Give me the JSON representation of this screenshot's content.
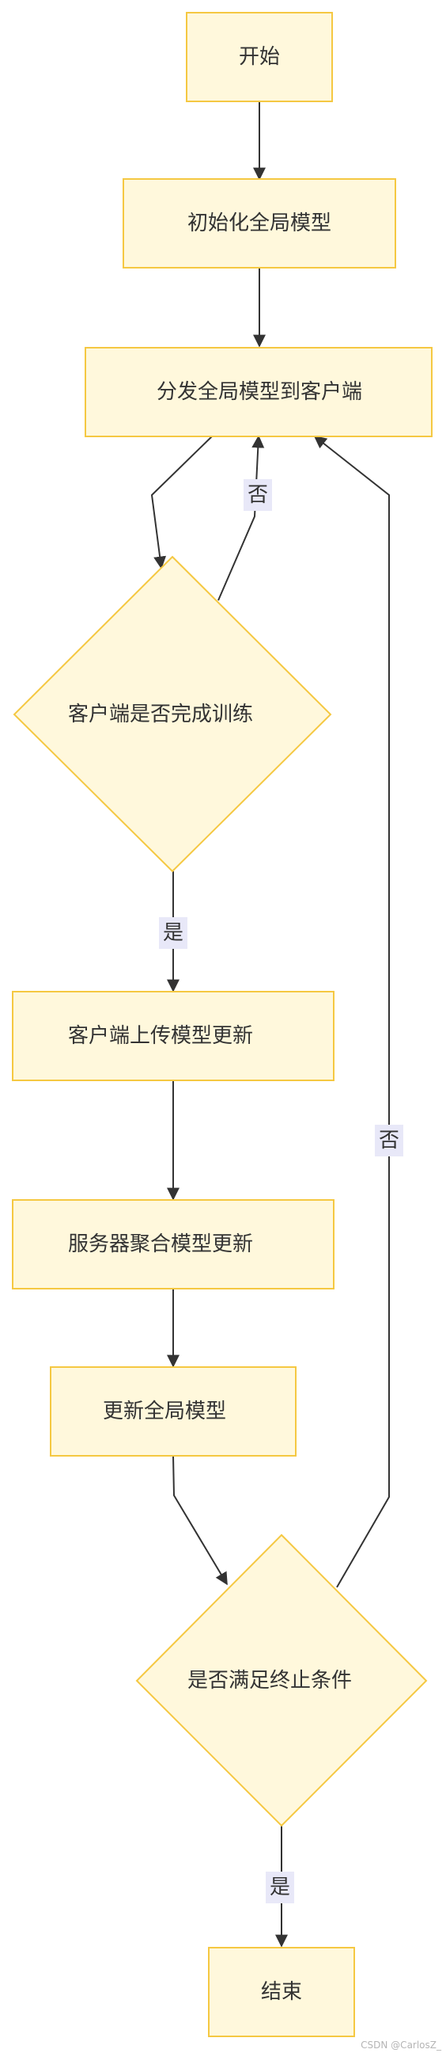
{
  "nodes": {
    "start": "开始",
    "init": "初始化全局模型",
    "distribute": "分发全局模型到客户端",
    "client_done": "客户端是否完成训练",
    "upload": "客户端上传模型更新",
    "aggregate": "服务器聚合模型更新",
    "update": "更新全局模型",
    "stop_cond": "是否满足终止条件",
    "end": "结束"
  },
  "edges": {
    "no_1": "否",
    "yes_1": "是",
    "no_2": "否",
    "yes_2": "是"
  },
  "watermark": "CSDN @CarlosZ_",
  "colors": {
    "node_fill": "#fff8dc",
    "node_border": "#f5c842",
    "edge": "#333333",
    "edge_label_bg": "#e8e8f8"
  }
}
